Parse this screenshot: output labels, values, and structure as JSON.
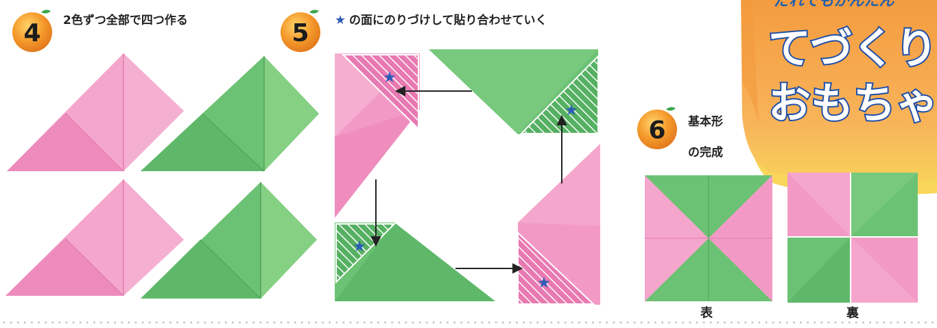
{
  "steps": [
    {
      "number": "4",
      "text": "2色ずつ全部で四つ作る"
    },
    {
      "number": "5",
      "text": "の面にのりづけして貼り合わせていく",
      "star": "★"
    },
    {
      "number": "6",
      "text_line1": "基本形",
      "text_line2": "の完成"
    }
  ],
  "badge": {
    "line_top": "だれでもかんたん",
    "line1": "てづくり",
    "line2": "おもちゃ"
  },
  "result_labels": {
    "front": "表",
    "back": "裏"
  },
  "colors": {
    "pink": "#f08fbd",
    "pink_light": "#f6b7d4",
    "pink_dark": "#e46fa8",
    "green": "#66c06e",
    "green_light": "#8fd38f",
    "green_dark": "#4ea85a",
    "orange": "#f29227",
    "star_blue": "#2c5cb8",
    "badge_orange": "#f7a64b",
    "badge_yellow": "#f8d65a",
    "badge_text": "#1f5fb0",
    "dots": "#c8c8c8"
  }
}
